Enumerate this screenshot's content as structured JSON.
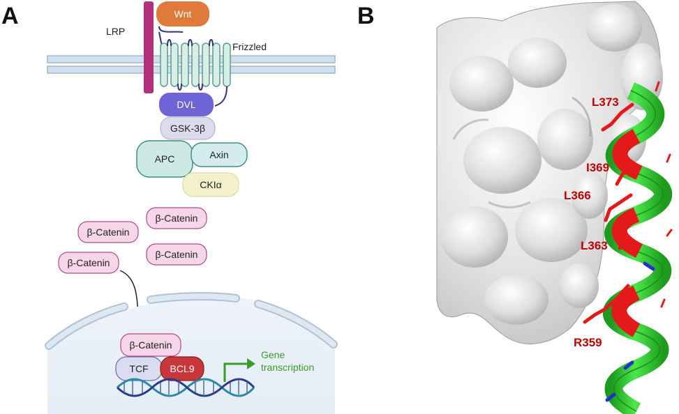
{
  "panels": {
    "a": "A",
    "b": "B"
  },
  "pathway": {
    "wnt": "Wnt",
    "lrp": "LRP",
    "frizzled": "Frizzled",
    "dvl": "DVL",
    "gsk3b": "GSK-3β",
    "apc": "APC",
    "axin": "Axin",
    "ck1a": "CKIα",
    "b_catenin": [
      "β-Catenin",
      "β-Catenin",
      "β-Catenin",
      "β-Catenin"
    ],
    "nuclear_b_catenin": "β-Catenin",
    "tcf": "TCF",
    "bcl9": "BCL9",
    "gene_line1": "Gene",
    "gene_line2": "transcription"
  },
  "structure": {
    "residues": [
      "L373",
      "I369",
      "L366",
      "L363",
      "R359"
    ]
  },
  "colors": {
    "membrane": "#cfe0ee",
    "lrp": "#b0307a",
    "wnt": "#e07a3a",
    "frizzled": "#d8efe8",
    "dvl": "#6f64d6",
    "gsk3b": "#dcdcec",
    "apc": "#cde9e4",
    "ck1a": "#f3f0cc",
    "b_catenin": "#f6d6e8",
    "tcf": "#dcdcf0",
    "bcl9": "#c8383a",
    "gene_arrow": "#3a9a2a",
    "helix": "#33d633",
    "residue": "#e41a1a",
    "surface": "#d6d6d6"
  }
}
